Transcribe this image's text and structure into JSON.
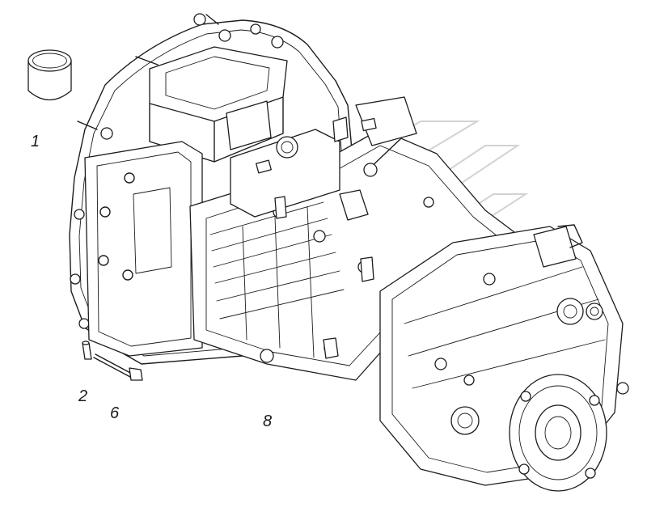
{
  "figure": {
    "callouts": [
      {
        "id": "part-1",
        "label": "1"
      },
      {
        "id": "part-2",
        "label": "2"
      },
      {
        "id": "part-6",
        "label": "6"
      },
      {
        "id": "part-8",
        "label": "8"
      }
    ]
  }
}
